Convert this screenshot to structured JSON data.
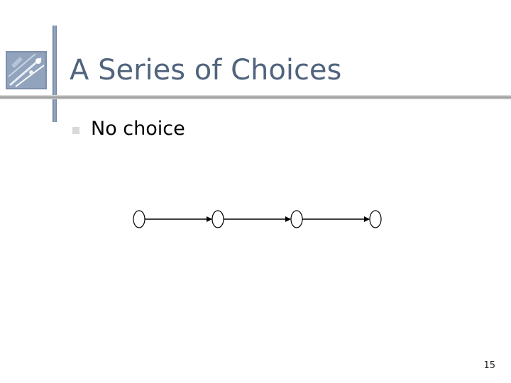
{
  "slide": {
    "title": "A Series of Choices",
    "bullets": [
      {
        "text": "No choice"
      }
    ],
    "page_number": "15"
  },
  "diagram": {
    "type": "linear-chain",
    "nodes": [
      {
        "id": "n1",
        "label": ""
      },
      {
        "id": "n2",
        "label": ""
      },
      {
        "id": "n3",
        "label": ""
      },
      {
        "id": "n4",
        "label": ""
      }
    ],
    "edges": [
      {
        "from": "n1",
        "to": "n2"
      },
      {
        "from": "n2",
        "to": "n3"
      },
      {
        "from": "n3",
        "to": "n4"
      }
    ]
  },
  "colors": {
    "title": "#51647e",
    "accent_bar": "#7f91ad",
    "rule": "#9a9a9a",
    "bullet": "#d9d9d9",
    "node_stroke": "#000000"
  },
  "icons": {
    "logo": "tools-logo-icon",
    "bullet": "square-bullet-icon"
  }
}
